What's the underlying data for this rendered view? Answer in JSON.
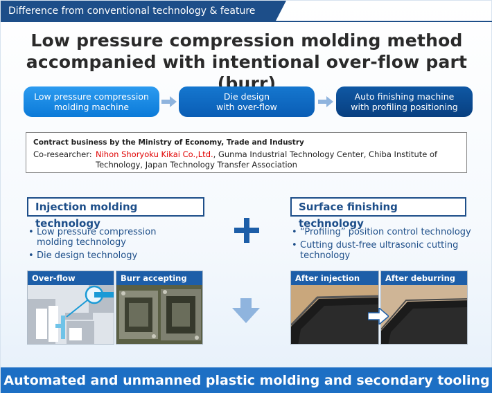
{
  "header": {
    "label": "Difference from conventional technology & feature"
  },
  "title": {
    "line1": "Low pressure compression molding method",
    "line2": "accompanied with intentional over-flow part (burr)"
  },
  "flow": [
    {
      "line1": "Low pressure compression",
      "line2": "molding machine"
    },
    {
      "line1": "Die design",
      "line2": "with over-flow"
    },
    {
      "line1": "Auto finishing machine",
      "line2": "with profiling positioning"
    }
  ],
  "contract": {
    "heading": "Contract business by the Ministry of Economy, Trade and Industry",
    "label": "Co-researcher:",
    "company": "Nihon Shoryoku Kikai Co.,Ltd.",
    "rest_line1": ", Gunma Industrial Technology Center, Chiba Institute of",
    "rest_line2": "Technology, Japan Technology Transfer Association"
  },
  "left_tech": {
    "title": "Injection molding technology",
    "bullets": [
      {
        "line1": "Low pressure compression",
        "line2": "molding technology"
      },
      {
        "line1": "Die design technology",
        "line2": ""
      }
    ]
  },
  "right_tech": {
    "title": "Surface finishing technology",
    "bullets": [
      {
        "line1": "“Profiling” position control technology",
        "line2": ""
      },
      {
        "line1": "Cutting dust-free ultrasonic cutting",
        "line2": "technology"
      }
    ]
  },
  "bullet_char": "•",
  "photos": [
    {
      "caption": "Over-flow"
    },
    {
      "caption": "Burr accepting die"
    },
    {
      "caption": "After injection"
    },
    {
      "caption": "After deburring"
    }
  ],
  "banner": {
    "text": "Automated and unmanned plastic molding and secondary tooling line"
  },
  "colors": {
    "navy": "#1d4e89",
    "accent_blue": "#1d6fc4",
    "arrow_blue": "#8fb4de",
    "red": "#e00000"
  }
}
